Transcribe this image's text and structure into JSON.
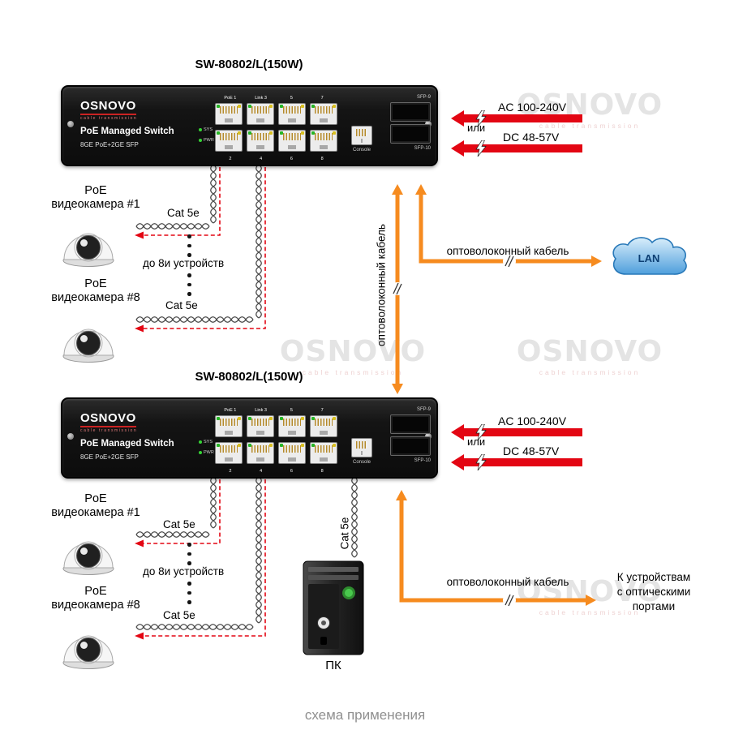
{
  "diagram": {
    "title": "SW-80802/L(150W)",
    "caption": "схема применения"
  },
  "switch": {
    "brand": "OSNOVO",
    "brand_sub": "cable transmission",
    "name": "PoE Managed Switch",
    "subtitle": "8GE PoE+2GE SFP",
    "leds": [
      "SYS",
      "PWR"
    ],
    "ports_top": [
      "PoE 1",
      "Link 3",
      "5",
      "7"
    ],
    "ports_bottom": [
      "2",
      "4",
      "6",
      "8"
    ],
    "console": "Console",
    "sfp_top": "SFP-9",
    "sfp_bottom": "SFP-10"
  },
  "power": {
    "ac": "AC 100-240V",
    "or": "или",
    "dc": "DC 48-57V"
  },
  "cameras": {
    "cam1": [
      "PoE",
      "видеокамера #1"
    ],
    "cam8": [
      "PoE",
      "видеокамера #8"
    ],
    "note": "до 8и устройств",
    "cable": "Cat 5e"
  },
  "fiber": {
    "label": "оптоволоконный кабель",
    "lan": "LAN",
    "devices": [
      "К устройствам",
      "с оптическими",
      "портами"
    ]
  },
  "pc": {
    "label": "ПК",
    "cable": "Cat 5e"
  },
  "watermark": {
    "brand": "OSNOVO",
    "sub": "cable transmission"
  },
  "colors": {
    "orange": "#f68b1f",
    "red": "#e30613",
    "wire": "#4a4a4a"
  }
}
